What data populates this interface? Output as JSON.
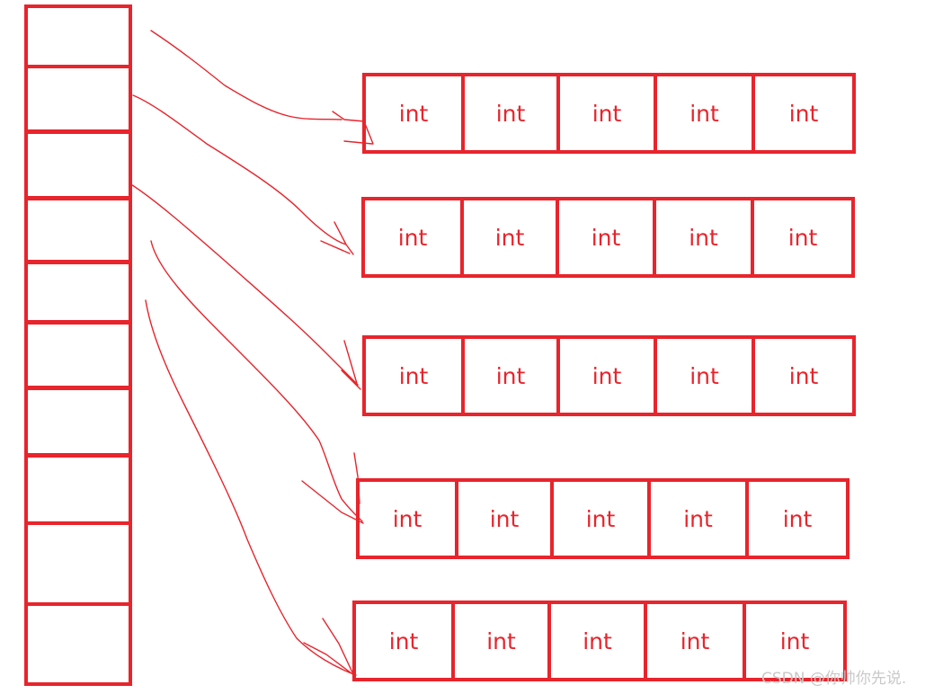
{
  "diagram": {
    "pointer_slot_count": 10,
    "array_row_count": 5,
    "row_cell_label": "int",
    "cells_per_row": 5,
    "rows": [
      {
        "cells": [
          "int",
          "int",
          "int",
          "int",
          "int"
        ]
      },
      {
        "cells": [
          "int",
          "int",
          "int",
          "int",
          "int"
        ]
      },
      {
        "cells": [
          "int",
          "int",
          "int",
          "int",
          "int"
        ]
      },
      {
        "cells": [
          "int",
          "int",
          "int",
          "int",
          "int"
        ]
      },
      {
        "cells": [
          "int",
          "int",
          "int",
          "int",
          "int"
        ]
      }
    ],
    "stroke_color": "#e8242c",
    "watermark": "CSDN @你帅你先说."
  }
}
